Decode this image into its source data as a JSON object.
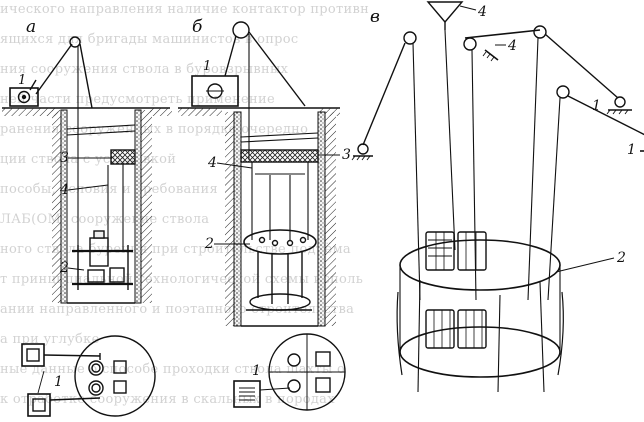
{
  "panels": {
    "a": {
      "letter": "а",
      "labels": [
        "1",
        "2",
        "3",
        "4"
      ]
    },
    "b": {
      "letter": "б",
      "labels": [
        "1",
        "2",
        "3",
        "4"
      ]
    },
    "v": {
      "letter": "в",
      "labels": [
        "1",
        "1",
        "2",
        "4",
        "4"
      ]
    }
  },
  "background_text": [
    "ического направления наличие контактор противн",
    "ящихся для бригады машинистов в опрос",
    "ния сооружения ствола в буровзрывных",
    "ней части предусмотреть применение",
    "ранения сооруженных в порядке очередно",
    "ции ствола с установкой",
    "пособы, условия и требования",
    "ЛАБ(ОМ) сооружение ствола",
    "ного ствола бурения при строительстве подъёма",
    "т принципиальной технологической схемы исполь",
    "ании направленного и поэтапного строительства",
    "а при углубке",
    "ные данные о способе проходки ствола шахты о",
    "к отработке сооружения в скальных в породах"
  ]
}
